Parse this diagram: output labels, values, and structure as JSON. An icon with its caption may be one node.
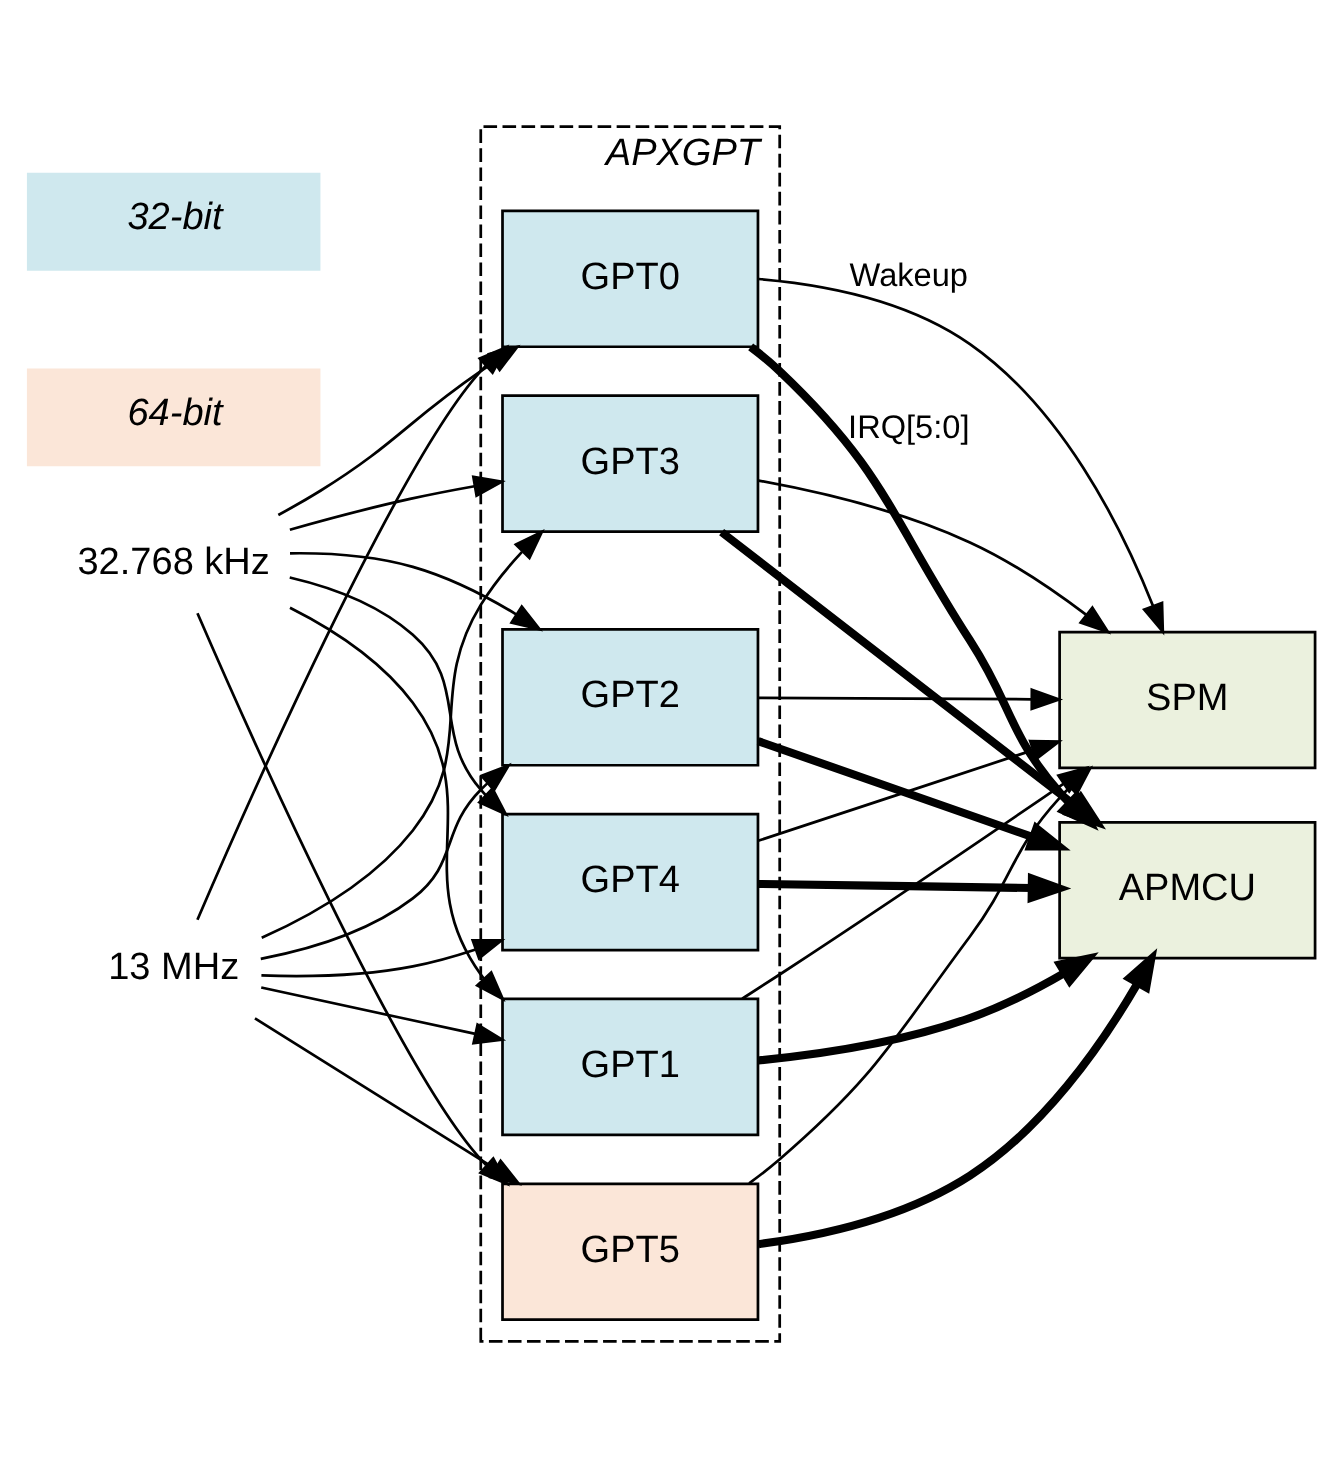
{
  "diagram": {
    "nodes": [
      {
        "text": [
          "APXGPT"
        ]
      },
      {
        "text": [
          "GPT0"
        ],
        "in": 0
      },
      {
        "text": [
          "GPT1"
        ],
        "in": 0
      },
      {
        "text": [
          "GPT2"
        ],
        "in": 0
      },
      {
        "text": [
          "GPT3"
        ],
        "in": 0
      },
      {
        "text": [
          "GPT4"
        ],
        "in": 0
      },
      {
        "text": [
          "GPT5"
        ],
        "in": 0
      },
      {
        "text": [
          "SPM"
        ]
      },
      {
        "text": [
          "APMCU"
        ]
      },
      {
        "text": [
          "32.768 kHz"
        ]
      },
      {
        "text": [
          "13 MHz"
        ]
      }
    ],
    "edges": [
      {
        "from": 9,
        "to": 1,
        "arrow": "to"
      },
      {
        "from": 9,
        "to": 2,
        "arrow": "to"
      },
      {
        "from": 9,
        "to": 3,
        "arrow": "to"
      },
      {
        "from": 9,
        "to": 4,
        "arrow": "to"
      },
      {
        "from": 9,
        "to": 5,
        "arrow": "to"
      },
      {
        "from": 9,
        "to": 6,
        "arrow": "to"
      },
      {
        "from": 10,
        "to": 1,
        "arrow": "to"
      },
      {
        "from": 10,
        "to": 2,
        "arrow": "to"
      },
      {
        "from": 10,
        "to": 3,
        "arrow": "to"
      },
      {
        "from": 10,
        "to": 4,
        "arrow": "to"
      },
      {
        "from": 10,
        "to": 5,
        "arrow": "to"
      },
      {
        "from": 10,
        "to": 6,
        "arrow": "to"
      },
      {
        "from": 1,
        "to": 7,
        "arrow": "to",
        "label": "Wakeup"
      },
      {
        "from": 2,
        "to": 7,
        "arrow": "to"
      },
      {
        "from": 3,
        "to": 7,
        "arrow": "to"
      },
      {
        "from": 4,
        "to": 7,
        "arrow": "to"
      },
      {
        "from": 5,
        "to": 7,
        "arrow": "to"
      },
      {
        "from": 6,
        "to": 7,
        "arrow": "to"
      },
      {
        "from": 1,
        "to": 8,
        "arrow": "to",
        "style": "thick",
        "label": "IRQ[5:0]"
      },
      {
        "from": 2,
        "to": 8,
        "arrow": "to",
        "style": "thick"
      },
      {
        "from": 3,
        "to": 8,
        "arrow": "to",
        "style": "thick"
      },
      {
        "from": 4,
        "to": 8,
        "arrow": "to",
        "style": "thick"
      },
      {
        "from": 5,
        "to": 8,
        "arrow": "to",
        "style": "thick"
      },
      {
        "from": 6,
        "to": 8,
        "arrow": "to",
        "style": "thick"
      }
    ],
    "legend": [
      {
        "text": "32-bit",
        "color": "#cfe8ee"
      },
      {
        "text": "64-bit",
        "color": "#fbe6d8"
      }
    ]
  }
}
